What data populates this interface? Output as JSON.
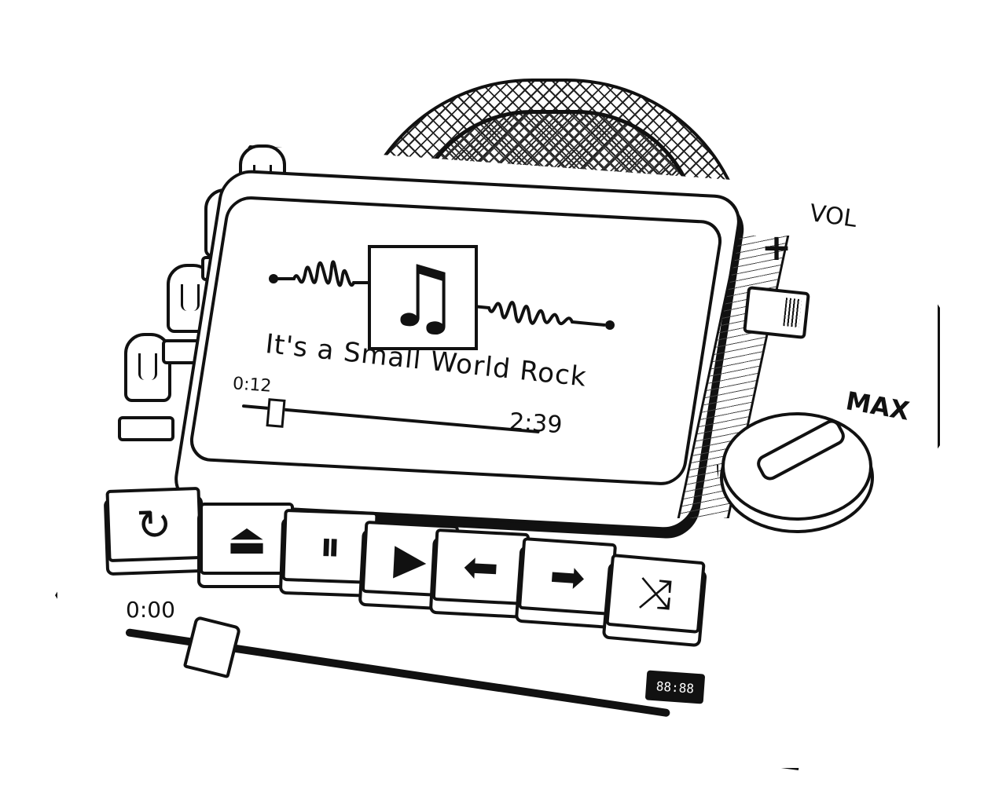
{
  "player": {
    "song_title": "It's a Small World Rock",
    "elapsed": "0:12",
    "duration": "2:39",
    "progress_fraction": 0.075,
    "album_art_icon": "music-note-icon"
  },
  "volume": {
    "label": "VOL",
    "plus": "+",
    "level_fraction": 0.8
  },
  "knob": {
    "label": "MAX"
  },
  "controls": {
    "buttons": [
      {
        "name": "replay-button",
        "icon": "replay-icon",
        "glyph": "↻"
      },
      {
        "name": "eject-button",
        "icon": "eject-icon",
        "glyph": "⏏"
      },
      {
        "name": "pause-button",
        "icon": "pause-icon",
        "glyph": "⏸"
      },
      {
        "name": "play-button",
        "icon": "play-icon",
        "glyph": "▶"
      },
      {
        "name": "previous-button",
        "icon": "arrow-left-icon",
        "glyph": "⬅"
      },
      {
        "name": "next-button",
        "icon": "arrow-right-icon",
        "glyph": "➡"
      },
      {
        "name": "shuffle-button",
        "icon": "shuffle-icon",
        "glyph": "⤨"
      }
    ]
  },
  "scrubber": {
    "time": "0:00",
    "progress_fraction": 0.1
  },
  "display": {
    "clock": "88:88"
  }
}
